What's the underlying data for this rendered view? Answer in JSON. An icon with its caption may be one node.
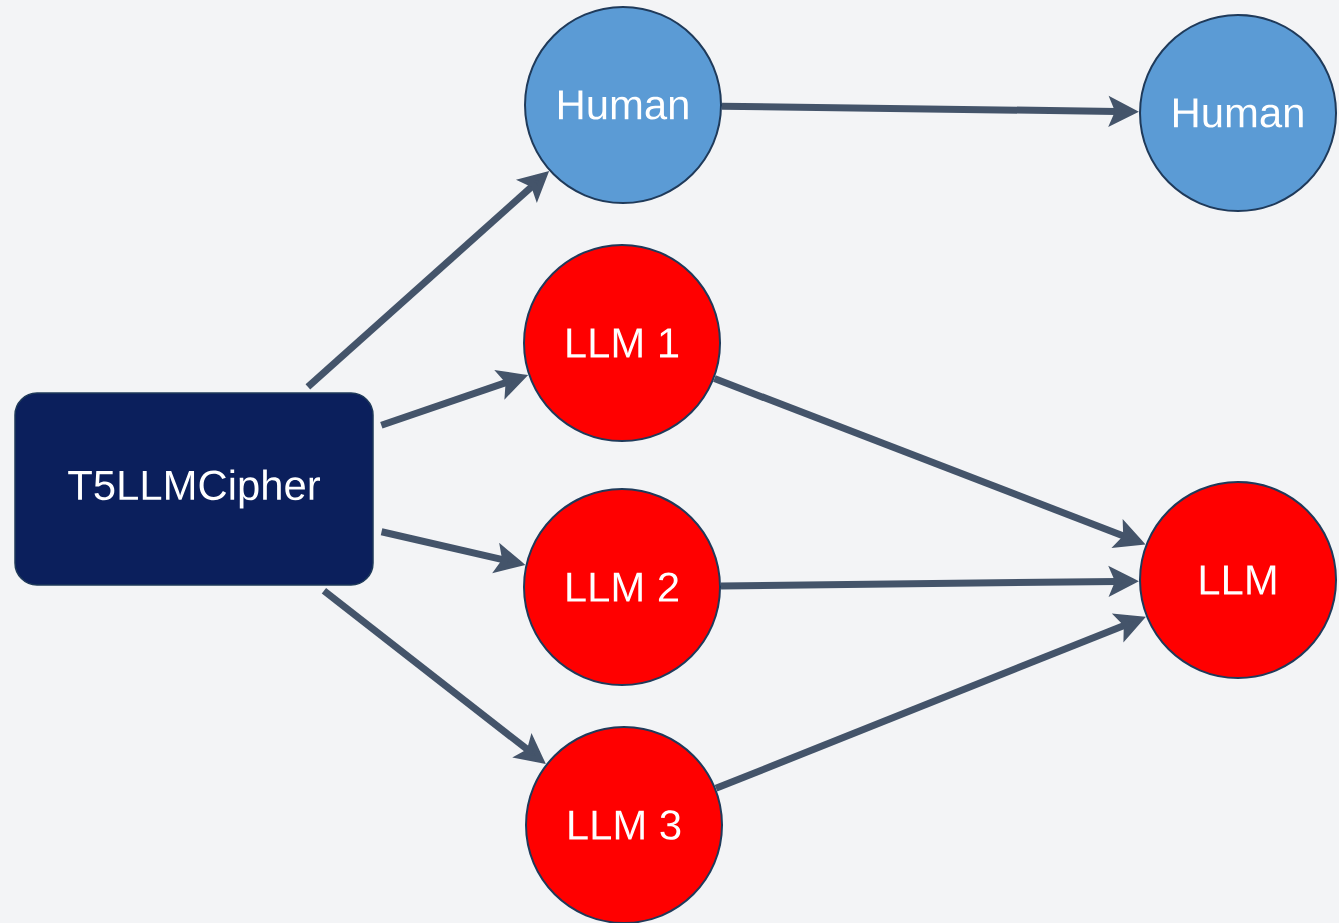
{
  "diagram": {
    "nodes": [
      {
        "text": [
          "T5LLMCipher"
        ]
      },
      {
        "text": [
          "Human"
        ]
      },
      {
        "text": [
          "LLM 1"
        ]
      },
      {
        "text": [
          "LLM 2"
        ]
      },
      {
        "text": [
          "LLM 3"
        ]
      },
      {
        "text": [
          "Human"
        ]
      },
      {
        "text": [
          "LLM"
        ]
      }
    ],
    "edges": [
      {
        "from": 0,
        "to": 1,
        "arrow": "to"
      },
      {
        "from": 0,
        "to": 2,
        "arrow": "to"
      },
      {
        "from": 0,
        "to": 3,
        "arrow": "to"
      },
      {
        "from": 0,
        "to": 4,
        "arrow": "to"
      },
      {
        "from": 1,
        "to": 5,
        "arrow": "to"
      },
      {
        "from": 2,
        "to": 6,
        "arrow": "to"
      },
      {
        "from": 3,
        "to": 6,
        "arrow": "to"
      },
      {
        "from": 4,
        "to": 6,
        "arrow": "to"
      }
    ]
  }
}
